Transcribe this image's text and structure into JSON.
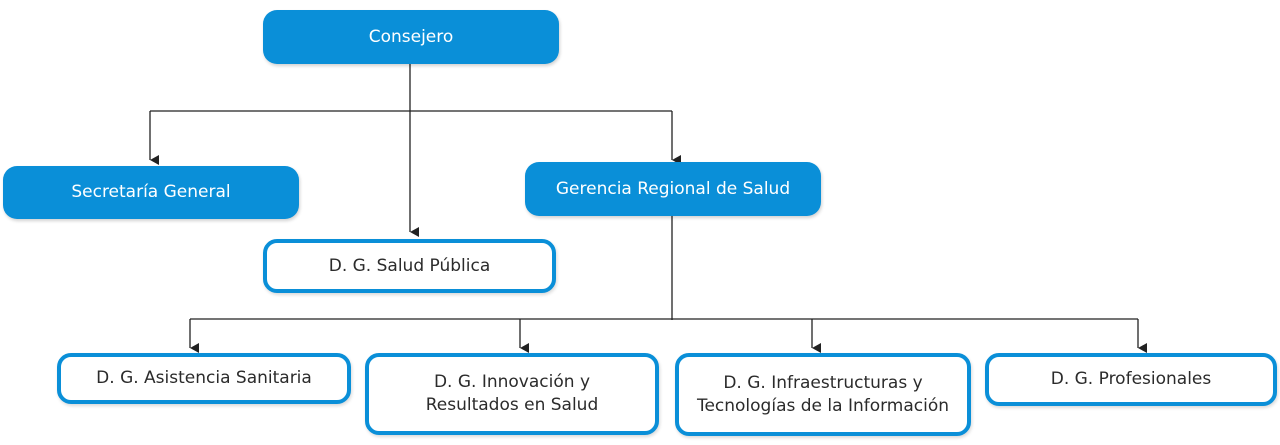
{
  "theme": {
    "accent": "#0a8fd8",
    "line": "#222222"
  },
  "nodes": {
    "consejero": "Consejero",
    "secretaria": "Secretaría General",
    "gerencia": "Gerencia Regional de Salud",
    "salud_publica": "D. G. Salud Pública",
    "asistencia": "D. G. Asistencia Sanitaria",
    "innovacion": "D. G. Innovación y\nResultados en Salud",
    "infraestructuras": "D. G. Infraestructuras y\nTecnologías de la Información",
    "profesionales": "D. G. Profesionales"
  }
}
